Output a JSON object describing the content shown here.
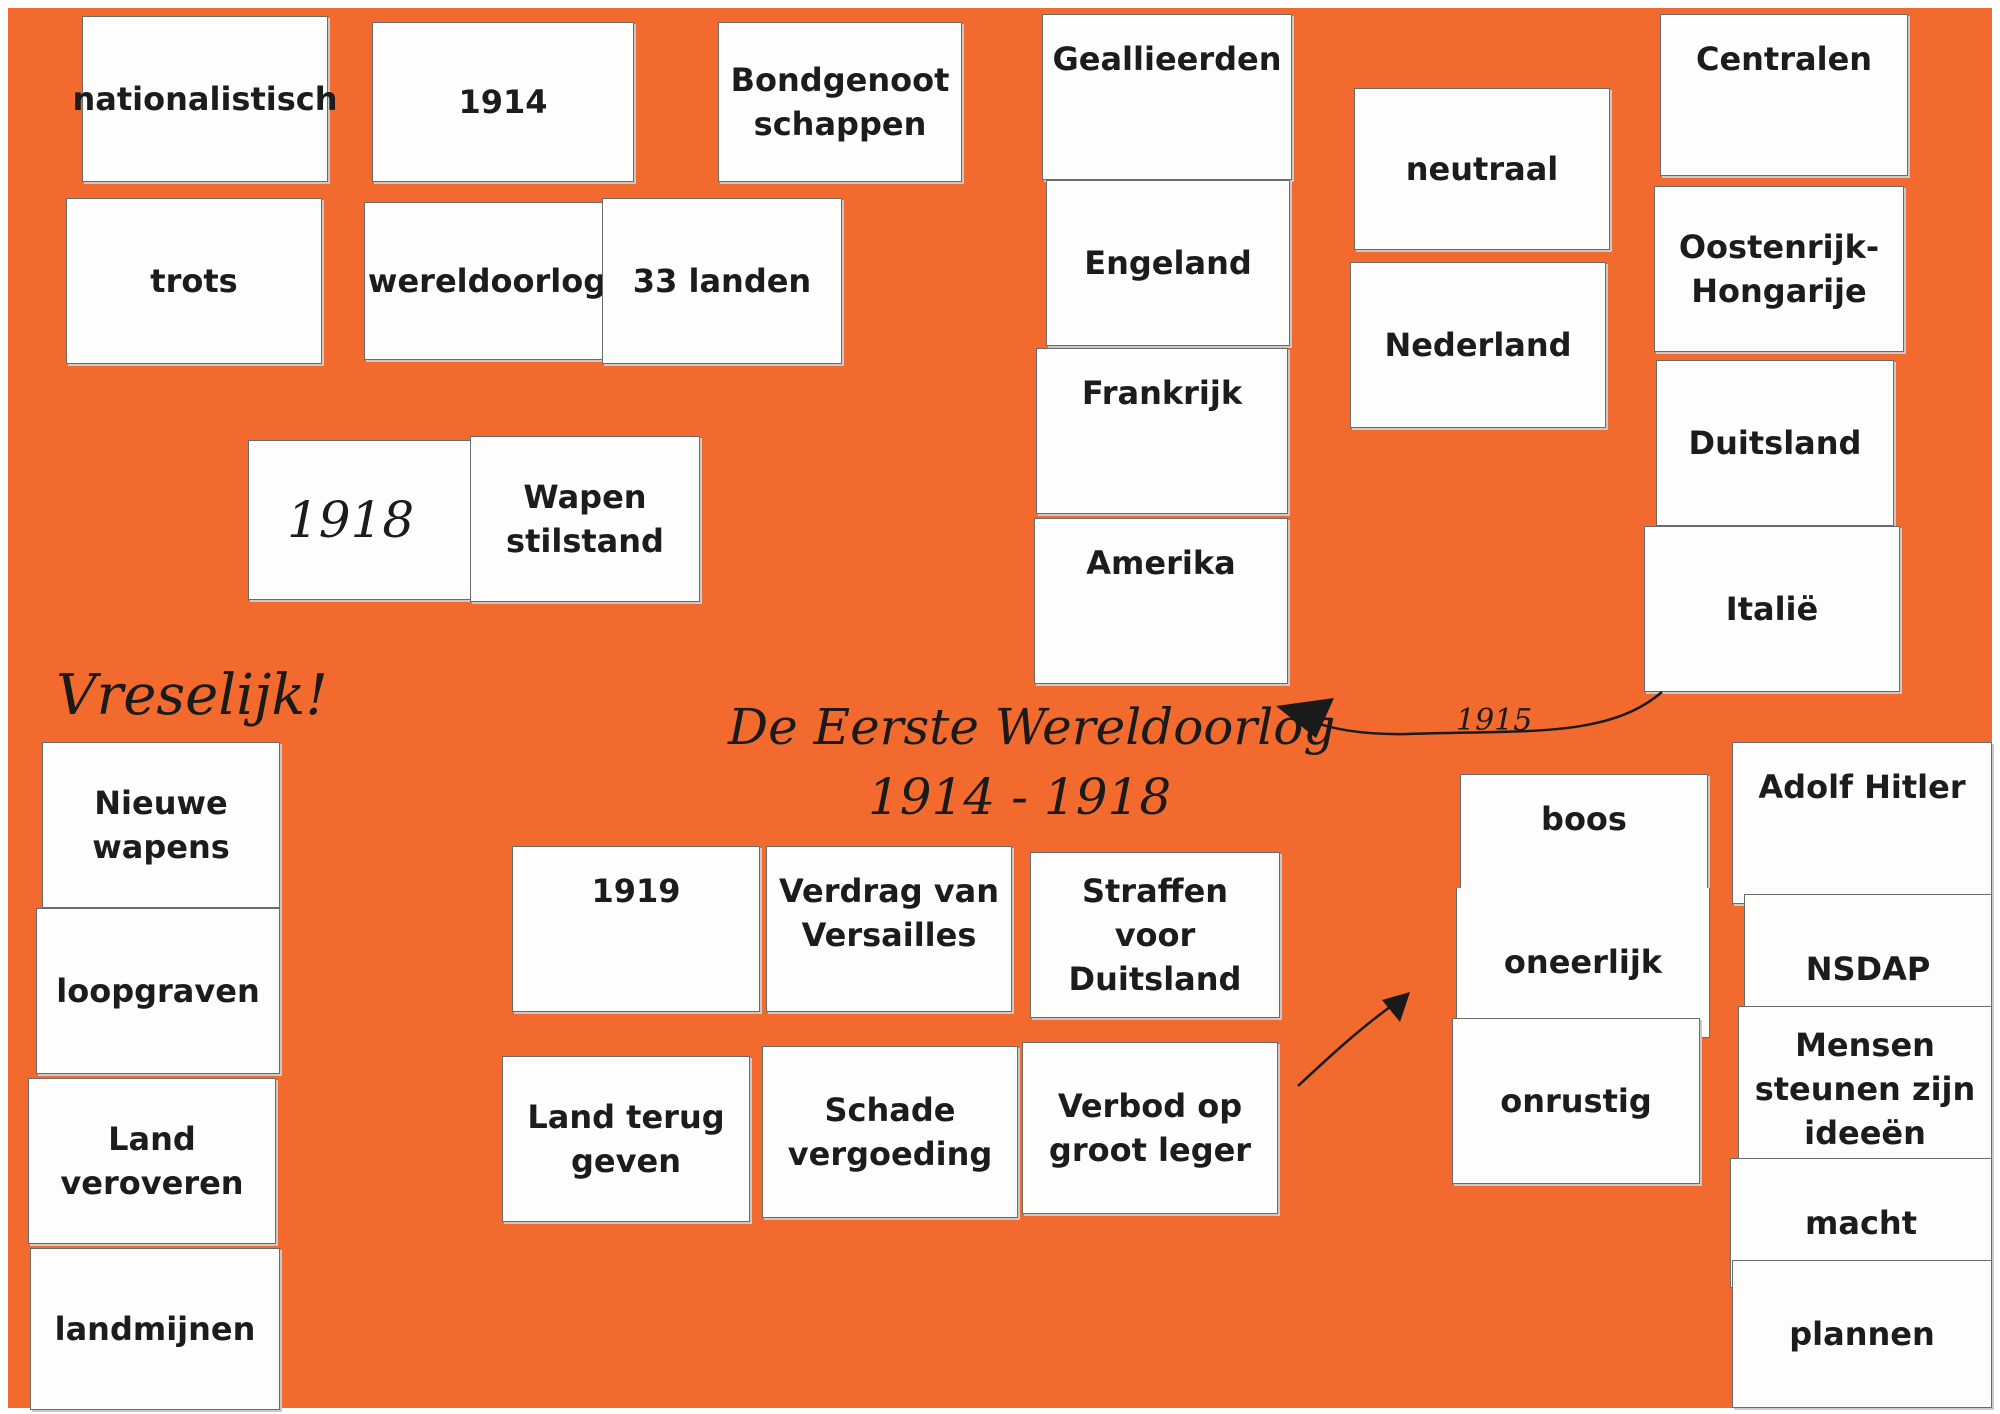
{
  "cards": {
    "nationalistisch": "nationalistisch",
    "y1914": "1914",
    "bondgenoot_1": "Bondgenoot",
    "bondgenoot_2": "schappen",
    "trots": "trots",
    "wereldoorlog": "wereldoorlog",
    "landen33": "33 landen",
    "wapen_1": "Wapen",
    "wapen_2": "stilstand",
    "geallieerden": "Geallieerden",
    "engeland": "Engeland",
    "frankrijk": "Frankrijk",
    "amerika": "Amerika",
    "neutraal": "neutraal",
    "nederland": "Nederland",
    "centralen": "Centralen",
    "oostenrijk_1": "Oostenrijk-",
    "oostenrijk_2": "Hongarije",
    "duitsland": "Duitsland",
    "italie": "Italië",
    "nieuwe_1": "Nieuwe",
    "nieuwe_2": "wapens",
    "loopgraven": "loopgraven",
    "land_1": "Land",
    "land_2": "veroveren",
    "landmijnen": "landmijnen",
    "y1919": "1919",
    "verdrag_1": "Verdrag van",
    "verdrag_2": "Versailles",
    "straffen_1": "Straffen voor",
    "straffen_2": "Duitsland",
    "terug_1": "Land terug",
    "terug_2": "geven",
    "schade_1": "Schade",
    "schade_2": "vergoeding",
    "verbod_1": "Verbod op",
    "verbod_2": "groot leger",
    "boos": "boos",
    "oneerlijk": "oneerlijk",
    "onrustig": "onrustig",
    "hitler": "Adolf Hitler",
    "nsdap": "NSDAP",
    "mensen_1": "Mensen",
    "mensen_2": "steunen zijn",
    "mensen_3": "ideeën",
    "macht": "macht",
    "plannen": "plannen"
  },
  "handwriting": {
    "title": "De Eerste Wereldoorlog",
    "years": "1914 - 1918",
    "vreselijk": "Vreselijk!",
    "y1915": "1915",
    "y1918": "1918"
  },
  "colors": {
    "board": "#f26a2e",
    "card": "#fdfdfb",
    "ink": "#1a1a1a"
  }
}
